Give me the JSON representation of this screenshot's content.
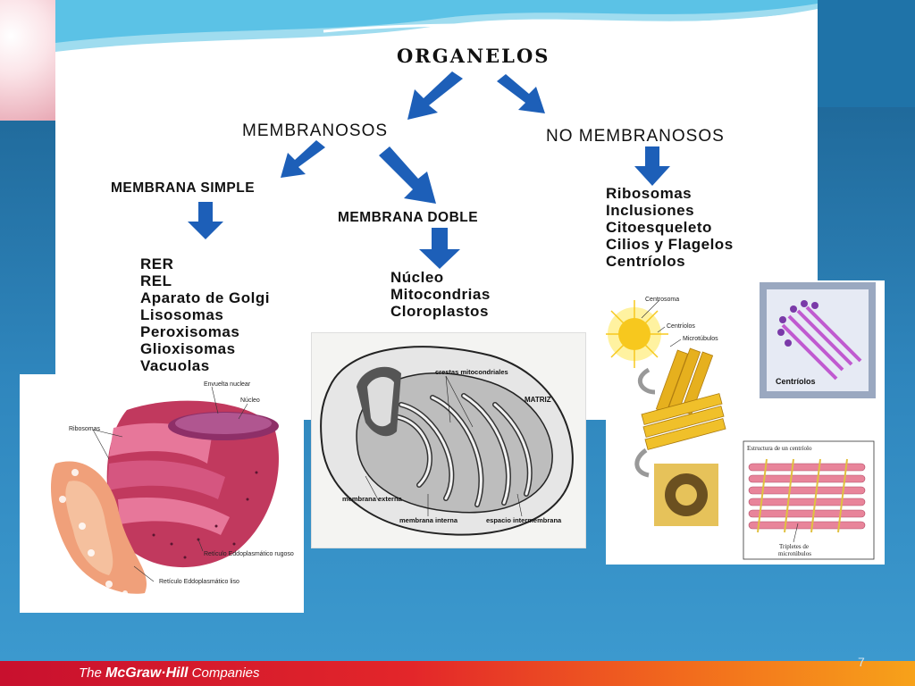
{
  "title": "ORGANELOS",
  "categories": {
    "membranous": "MEMBRANOSOS",
    "non_membranous": "NO MEMBRANOSOS"
  },
  "subcategories": {
    "simple": "MEMBRANA SIMPLE",
    "double": "MEMBRANA DOBLE"
  },
  "lists": {
    "simple": [
      "RER",
      "REL",
      "Aparato de Golgi",
      "Lisosomas",
      "Peroxisomas",
      "Glioxisomas",
      "Vacuolas"
    ],
    "double": [
      "Núcleo",
      "Mitocondrias",
      "Cloroplastos"
    ],
    "non_membranous": [
      "Ribosomas",
      "Inclusiones",
      "Citoesqueleto",
      "Cilios y Flagelos",
      "Centríolos"
    ]
  },
  "er_image": {
    "labels": {
      "envelope": "Envuelta nuclear",
      "nucleus": "Núcleo",
      "ribosomes": "Ribosomas",
      "rough_er": "Retículo Eddoplasmático rugoso",
      "smooth_er": "Retículo Eddoplasmático liso"
    }
  },
  "mito_image": {
    "labels": {
      "cristae": "crestas mitocondriales",
      "matrix": "MATRIZ",
      "outer": "membrana externa",
      "inner": "membrana interna",
      "intermembrane": "espacio intermembrana"
    }
  },
  "centriole_image": {
    "labels": {
      "centrosome": "Centrosoma",
      "centrioles": "Centríolos",
      "microtubules": "Microtúbulos",
      "centrioles_box": "Centríolos",
      "structure": "Estructura de un centríolo",
      "triplets_line1": "Tripletes de",
      "triplets_line2": "microtúbulos"
    }
  },
  "footer": {
    "brand_prefix": "The ",
    "brand_name": "McGraw·Hill",
    "brand_suffix": " Companies"
  },
  "page_number": "7",
  "colors": {
    "arrow": "#1d5fb8",
    "footer_red": "#c8102e",
    "footer_orange": "#f7a21a",
    "panel": "#ffffff"
  }
}
